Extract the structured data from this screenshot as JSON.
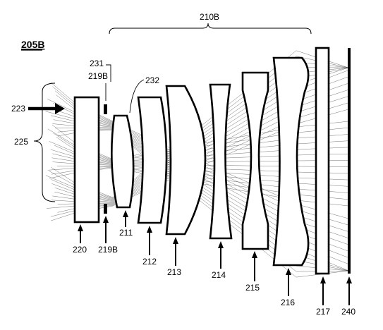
{
  "figure_id": "205B",
  "group_label": "210B",
  "labels": {
    "input_arrow": "223",
    "field_bracket": "225",
    "stop_top_ref": "231",
    "stop_top": "219B",
    "lens_211_ref": "232",
    "plate_220": "220",
    "stop_bottom": "219B",
    "lens_211": "211",
    "lens_212": "212",
    "lens_213": "213",
    "lens_214": "214",
    "lens_215": "215",
    "lens_216": "216",
    "filter_217": "217",
    "sensor_240": "240"
  }
}
